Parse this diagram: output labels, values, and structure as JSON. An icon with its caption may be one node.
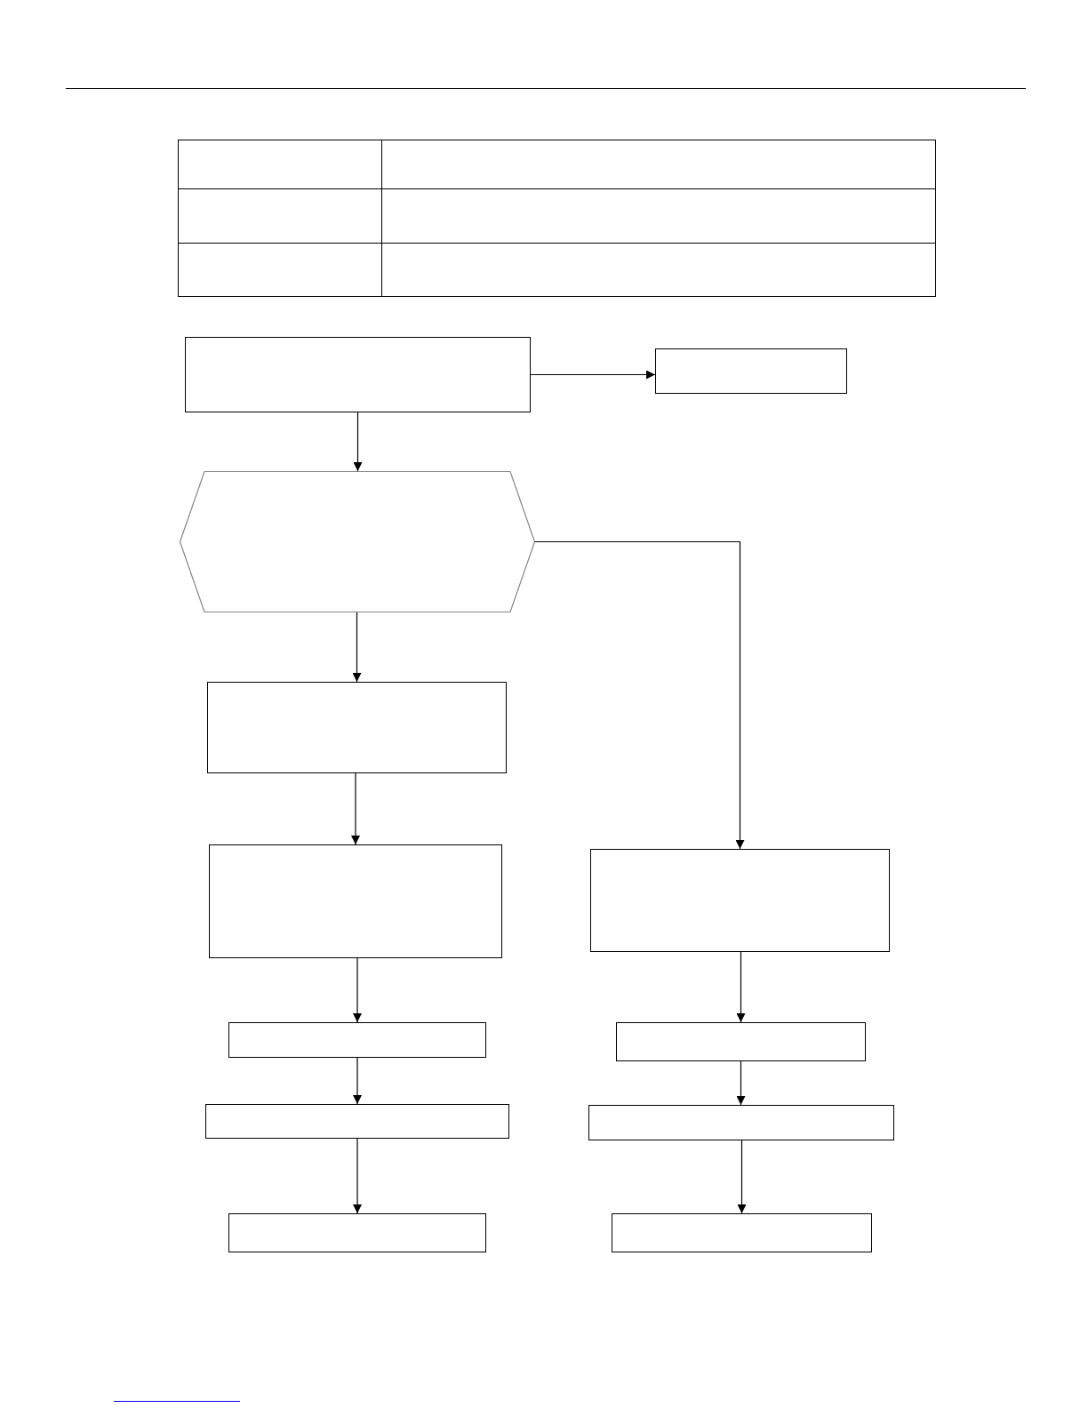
{
  "diagram": {
    "nodes": [
      {
        "text": [],
        "shape": "box"
      },
      {
        "text": [],
        "shape": "box"
      },
      {
        "text": [],
        "shape": "hexagon"
      },
      {
        "text": [],
        "shape": "box"
      },
      {
        "text": [],
        "shape": "box"
      },
      {
        "text": [],
        "shape": "box"
      },
      {
        "text": [],
        "shape": "box"
      },
      {
        "text": [],
        "shape": "box"
      },
      {
        "text": [],
        "shape": "box"
      },
      {
        "text": [],
        "shape": "box"
      },
      {
        "text": [],
        "shape": "box"
      },
      {
        "text": [],
        "shape": "box"
      }
    ],
    "edges": [
      {
        "from": 0,
        "to": 1,
        "arrow": "to"
      },
      {
        "from": 0,
        "to": 2,
        "arrow": "to"
      },
      {
        "from": 2,
        "to": 3,
        "arrow": "to"
      },
      {
        "from": 2,
        "to": 5,
        "arrow": "to"
      },
      {
        "from": 3,
        "to": 4,
        "arrow": "to"
      },
      {
        "from": 4,
        "to": 6,
        "arrow": "to"
      },
      {
        "from": 6,
        "to": 7,
        "arrow": "to"
      },
      {
        "from": 7,
        "to": 10,
        "arrow": "to"
      },
      {
        "from": 5,
        "to": 8,
        "arrow": "to"
      },
      {
        "from": 8,
        "to": 9,
        "arrow": "to"
      },
      {
        "from": 9,
        "to": 11,
        "arrow": "to"
      }
    ]
  }
}
